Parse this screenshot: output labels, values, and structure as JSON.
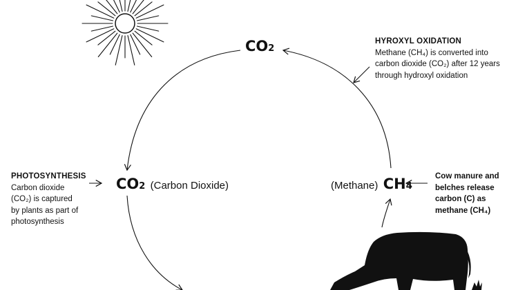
{
  "diagram": {
    "top_formula": {
      "base": "CO",
      "sub": "2"
    },
    "left_formula": {
      "base": "CO",
      "sub": "2",
      "name": "(Carbon Dioxide)"
    },
    "right_formula": {
      "name": "(Methane)",
      "base": "CH",
      "sub": "4"
    },
    "hydroxyl": {
      "heading": "HYROXYL OXIDATION",
      "lines": [
        "Methane (CH₄) is converted into",
        "carbon dioxide (CO₂) after 12 years",
        "through hydroxyl oxidation"
      ]
    },
    "photosynthesis": {
      "heading": "PHOTOSYNTHESIS",
      "lines": [
        "Carbon dioxide",
        "(CO₂) is captured",
        "by plants as part of",
        "photosynthesis"
      ]
    },
    "cow_note": {
      "lines": [
        "Cow manure and",
        "belches release",
        "carbon (C) as",
        "methane (CH₄)"
      ]
    },
    "icons": [
      "sun-icon",
      "cow-icon"
    ],
    "ink_color": "#111111"
  }
}
